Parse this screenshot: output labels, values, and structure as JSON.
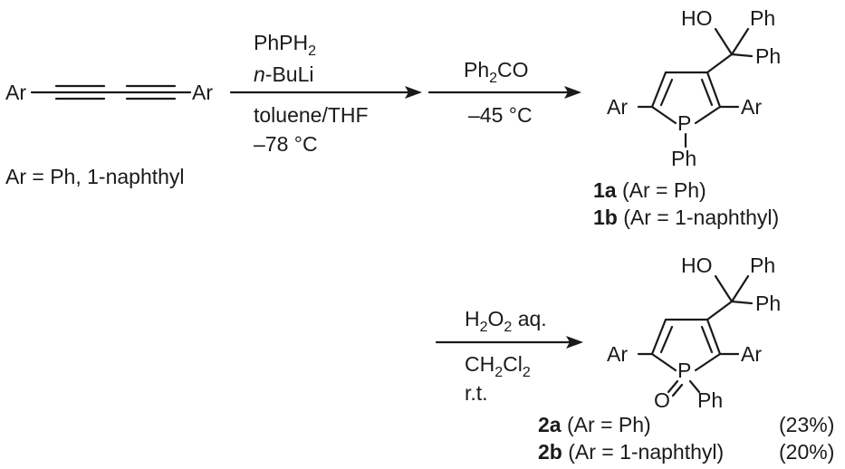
{
  "reactant": {
    "ar_left": "Ar",
    "ar_right": "Ar",
    "definition": "Ar = Ph, 1-naphthyl"
  },
  "step1": {
    "above_line1_pre": "PhPH",
    "above_line1_sub": "2",
    "above_line2_italic": "n",
    "above_line2_rest": "-BuLi",
    "below_line1": "toluene/THF",
    "below_line2": "–78 °C"
  },
  "step2": {
    "above_pre": "Ph",
    "above_sub": "2",
    "above_post": "CO",
    "below": "–45 °C"
  },
  "step3": {
    "above_pre": "H",
    "above_sub1": "2",
    "above_mid": "O",
    "above_sub2": "2",
    "above_post": " aq.",
    "below1_pre": "CH",
    "below1_sub1": "2",
    "below1_mid": "Cl",
    "below1_sub2": "2",
    "below2": "r.t."
  },
  "product1": {
    "ho": "HO",
    "ph_top": "Ph",
    "ph_mid": "Ph",
    "ar_left": "Ar",
    "ar_right": "Ar",
    "p": "P",
    "ph_n": "Ph",
    "label_a_bold": "1a",
    "label_a_rest": " (Ar = Ph)",
    "label_b_bold": "1b",
    "label_b_rest": " (Ar = 1-naphthyl)"
  },
  "product2": {
    "ho": "HO",
    "ph_top": "Ph",
    "ph_mid": "Ph",
    "ar_left": "Ar",
    "ar_right": "Ar",
    "p": "P",
    "o": "O",
    "ph_p": "Ph",
    "label_a_bold": "2a",
    "label_a_rest": " (Ar = Ph)",
    "yield_a": "(23%)",
    "label_b_bold": "2b",
    "label_b_rest": " (Ar = 1-naphthyl)",
    "yield_b": "(20%)"
  }
}
